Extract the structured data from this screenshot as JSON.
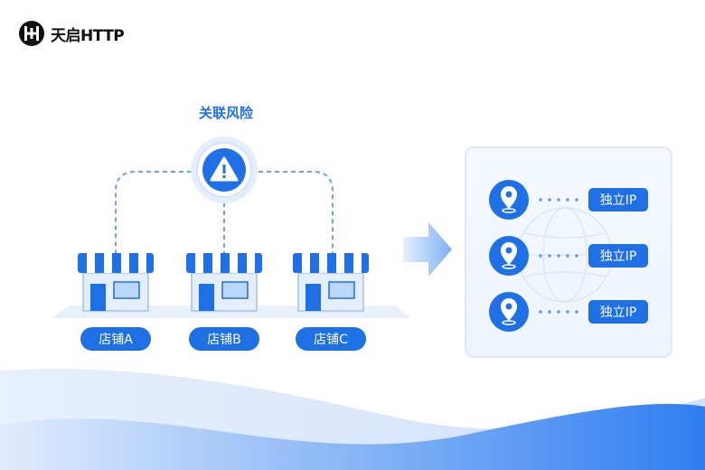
{
  "brand": {
    "name": "天启HTTP"
  },
  "diagram": {
    "risk_label": "关联风险",
    "stores": [
      {
        "label": "店铺A"
      },
      {
        "label": "店铺B"
      },
      {
        "label": "店铺C"
      }
    ],
    "ip_nodes": [
      {
        "label": "独立IP"
      },
      {
        "label": "独立IP"
      },
      {
        "label": "独立IP"
      }
    ]
  },
  "colors": {
    "primary": "#1f6fe5",
    "light": "#eaf2fd",
    "wave": "#2f7ef0"
  }
}
